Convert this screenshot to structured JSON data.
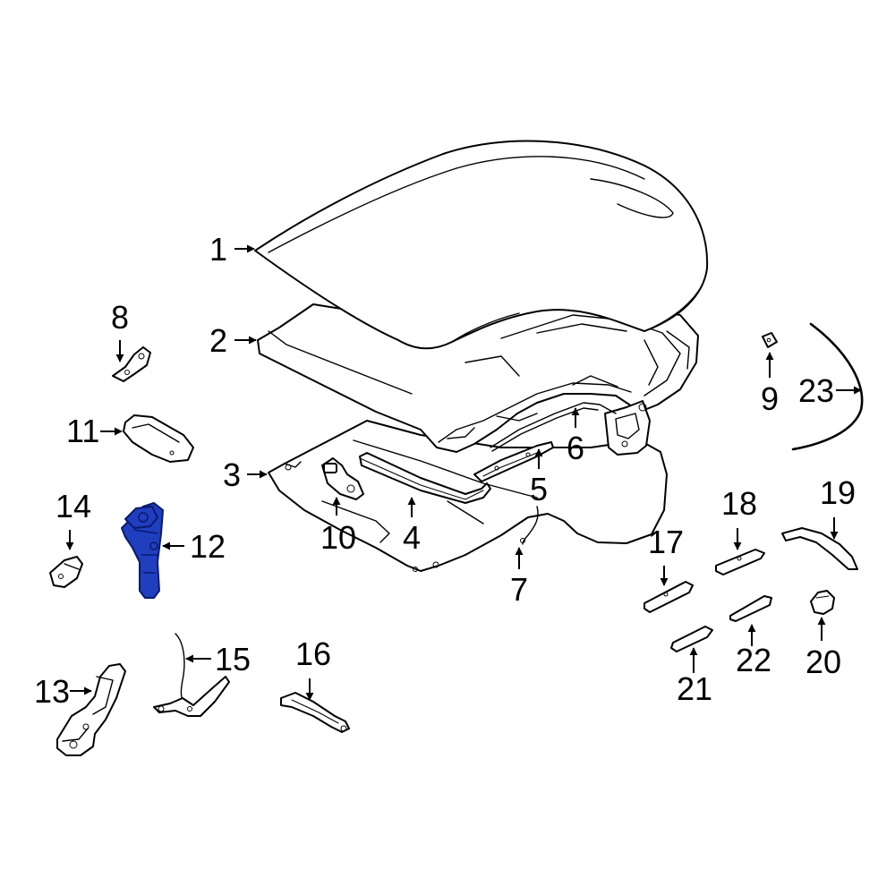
{
  "colors": {
    "background": "#ffffff",
    "line": "#000000",
    "highlight_fill": "#1f3fbf",
    "highlight_stroke": "#0a1a6e"
  },
  "highlighted_part": "12",
  "callouts": {
    "c1": "1",
    "c2": "2",
    "c3": "3",
    "c4": "4",
    "c5": "5",
    "c6": "6",
    "c7": "7",
    "c8": "8",
    "c9": "9",
    "c10": "10",
    "c11": "11",
    "c12": "12",
    "c13": "13",
    "c14": "14",
    "c15": "15",
    "c16": "16",
    "c17": "17",
    "c18": "18",
    "c19": "19",
    "c20": "20",
    "c21": "21",
    "c22": "22",
    "c23": "23"
  }
}
